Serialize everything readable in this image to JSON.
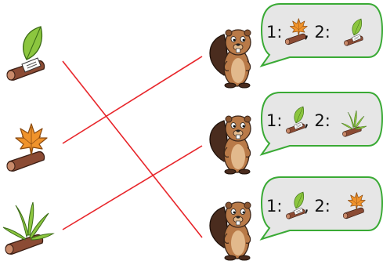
{
  "colors": {
    "match_line": "#e8262b",
    "bubble_fill": "#e6e6e6",
    "bubble_stroke": "#3aaa35",
    "beaver_fur": "#b97a48",
    "beaver_dark": "#3a2418",
    "stick": "#8b4b34",
    "green_leaf": "#8cc63f",
    "orange_leaf": "#f0932b",
    "white_tag": "#ffffff"
  },
  "leaves": [
    {
      "icon": "green-leaf-on-stick-icon"
    },
    {
      "icon": "orange-maple-leaf-on-stick-icon"
    },
    {
      "icon": "spiky-green-leaves-on-stick-icon"
    }
  ],
  "beavers": [
    {
      "icon": "beaver-icon",
      "bubble": {
        "label1": "1:",
        "label2": ", 2:",
        "item1": "orange-maple-leaf-icon",
        "item2": "green-leaf-icon"
      }
    },
    {
      "icon": "beaver-icon",
      "bubble": {
        "label1": "1:",
        "label2": ", 2:",
        "item1": "green-leaf-icon",
        "item2": "spiky-green-leaves-icon"
      }
    },
    {
      "icon": "beaver-icon",
      "bubble": {
        "label1": "1:",
        "label2": ", 2:",
        "item1": "green-leaf-icon",
        "item2": "orange-maple-leaf-icon"
      }
    }
  ],
  "connections": [
    {
      "from_leaf": 1,
      "to_beaver": 3
    },
    {
      "from_leaf": 2,
      "to_beaver": 1
    },
    {
      "from_leaf": 3,
      "to_beaver": 2
    }
  ]
}
